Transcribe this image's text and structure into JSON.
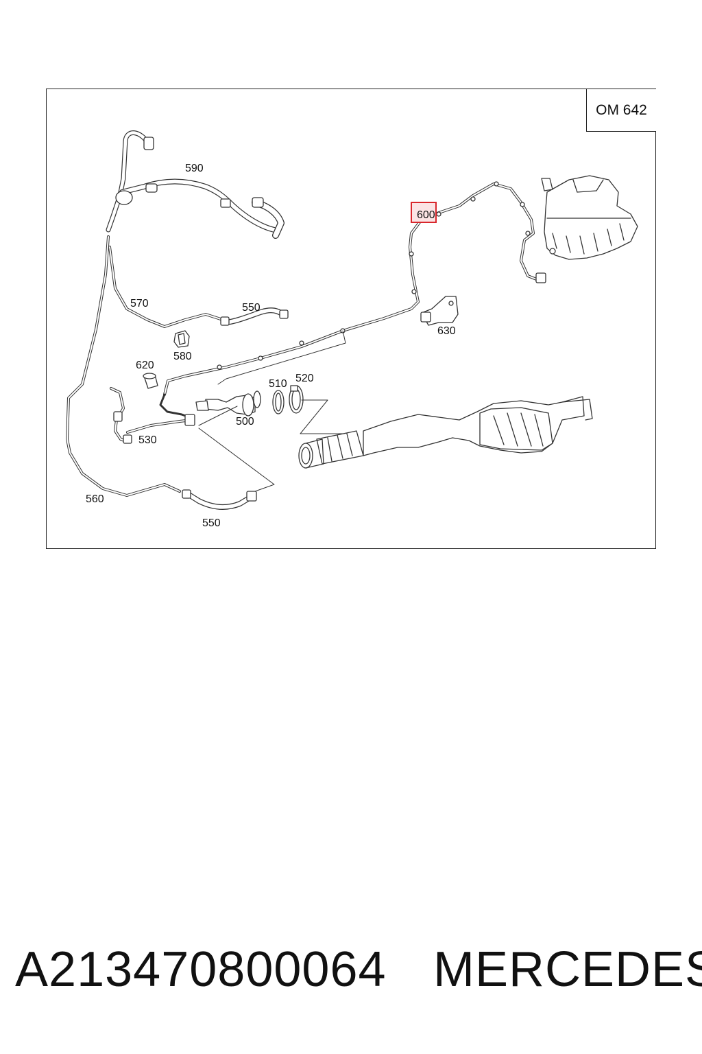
{
  "diagram": {
    "engine_code": "OM 642",
    "highlighted_callout": "600",
    "highlight_color": "#d9262c",
    "highlight_fill": "#fbe3e4",
    "callouts": [
      {
        "id": "590",
        "label": "590"
      },
      {
        "id": "600",
        "label": "600"
      },
      {
        "id": "570",
        "label": "570"
      },
      {
        "id": "550a",
        "label": "550"
      },
      {
        "id": "630",
        "label": "630"
      },
      {
        "id": "580",
        "label": "580"
      },
      {
        "id": "620",
        "label": "620"
      },
      {
        "id": "510",
        "label": "510"
      },
      {
        "id": "520",
        "label": "520"
      },
      {
        "id": "500",
        "label": "500"
      },
      {
        "id": "530",
        "label": "530"
      },
      {
        "id": "560",
        "label": "560"
      },
      {
        "id": "550b",
        "label": "550"
      }
    ]
  },
  "caption": {
    "part_number": "A213470800064",
    "brand": "MERCEDES"
  }
}
